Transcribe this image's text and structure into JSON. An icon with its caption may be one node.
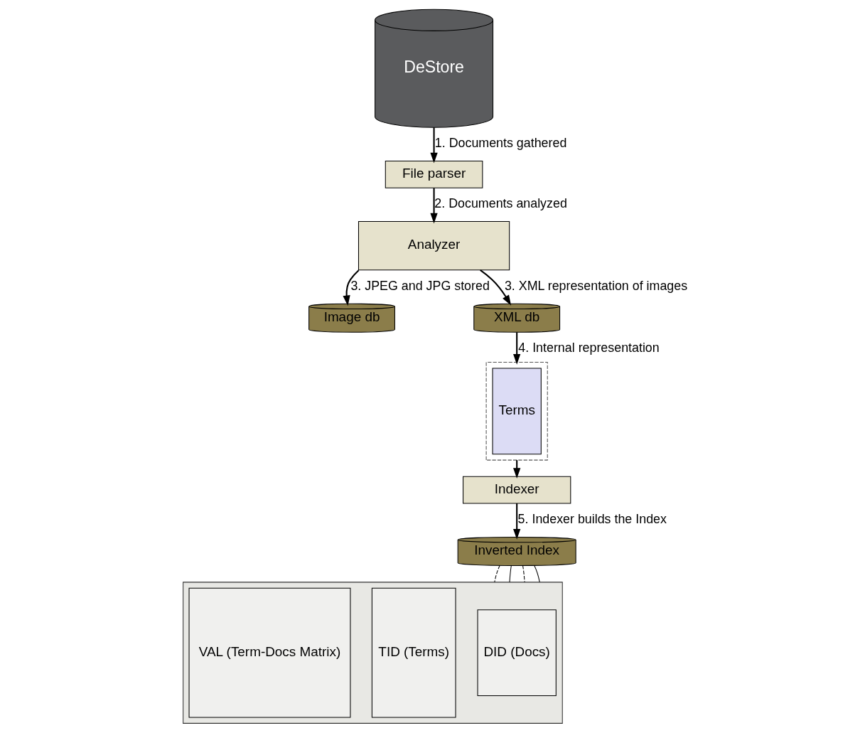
{
  "diagram": {
    "nodes": [
      {
        "text": [
          "DeStore"
        ]
      },
      {
        "text": [
          "File parser"
        ]
      },
      {
        "text": [
          "Analyzer"
        ]
      },
      {
        "text": [
          "Image db"
        ]
      },
      {
        "text": [
          "XML db"
        ]
      },
      {
        "text": [],
        "shape": "box"
      },
      {
        "text": [
          "Terms"
        ],
        "in": 5
      },
      {
        "text": [
          "Indexer"
        ]
      },
      {
        "text": [
          "Inverted Index"
        ]
      },
      {
        "text": [],
        "shape": "box"
      },
      {
        "text": [
          "DID (Docs)"
        ],
        "in": 9
      },
      {
        "text": [
          "TID (Terms)"
        ],
        "in": 9
      },
      {
        "text": [
          "VAL (Term-Docs Matrix)"
        ],
        "in": 9
      }
    ],
    "edges": [
      {
        "from": 0,
        "to": 1,
        "arrow": "to",
        "label": "1. Documents gathered"
      },
      {
        "from": 1,
        "to": 2,
        "arrow": "to",
        "label": "2. Documents analyzed"
      },
      {
        "from": 2,
        "to": 3,
        "arrow": "to",
        "label": "3. JPEG and JPG stored"
      },
      {
        "from": 2,
        "to": 4,
        "arrow": "to",
        "label": "3. XML representation of images"
      },
      {
        "from": 4,
        "to": 5,
        "arrow": "to",
        "label": "4. Internal representation"
      },
      {
        "from": 5,
        "to": 7,
        "arrow": "to"
      },
      {
        "from": 7,
        "to": 8,
        "arrow": "to",
        "label": "5. Indexer builds the Index"
      },
      {
        "from": 8,
        "to": 9,
        "arrow": "none",
        "style": "dashed"
      },
      {
        "from": 8,
        "to": 9,
        "arrow": "none"
      },
      {
        "from": 8,
        "to": 9,
        "arrow": "none",
        "style": "dashed"
      },
      {
        "from": 8,
        "to": 9,
        "arrow": "none"
      }
    ]
  }
}
